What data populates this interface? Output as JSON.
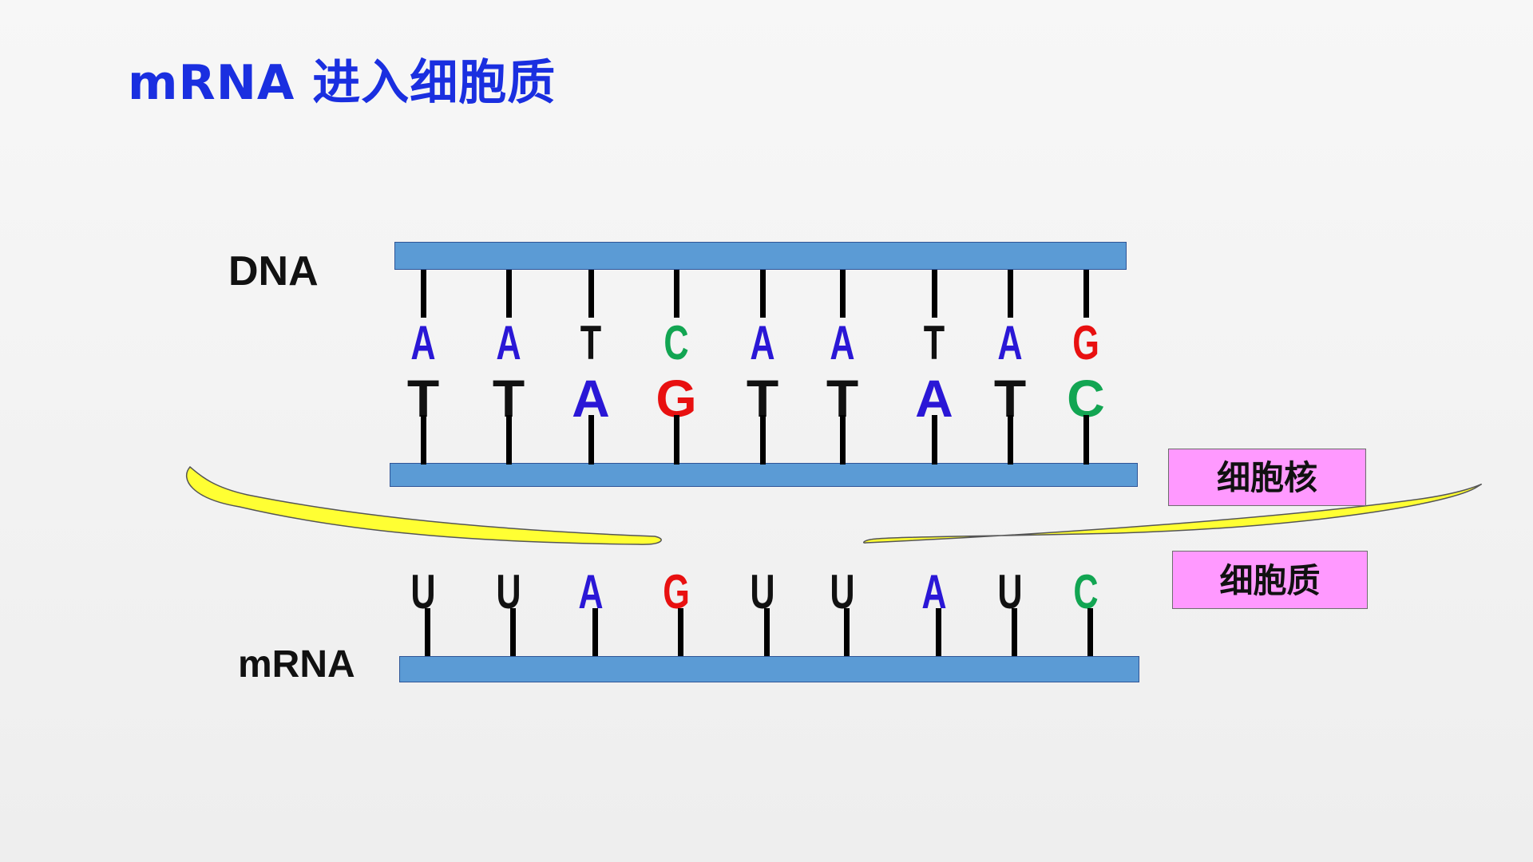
{
  "title": "mRNA 进入细胞质",
  "labels": {
    "dna": "DNA",
    "mrna": "mRNA"
  },
  "boxes": {
    "nucleus": "细胞核",
    "cytoplasm": "细胞质"
  },
  "colors": {
    "A": "#2a17d6",
    "T": "#111111",
    "U": "#111111",
    "C": "#12a552",
    "G": "#e81010",
    "strand": "#5b9bd5",
    "membrane": "#ffff33",
    "box": "#ff99ff"
  },
  "dna_top_bases": [
    "A",
    "A",
    "T",
    "C",
    "A",
    "A",
    "T",
    "A",
    "G"
  ],
  "dna_bottom_bases": [
    "T",
    "T",
    "A",
    "G",
    "T",
    "T",
    "A",
    "T",
    "C"
  ],
  "mrna_bases": [
    "U",
    "U",
    "A",
    "G",
    "U",
    "U",
    "A",
    "U",
    "C"
  ]
}
